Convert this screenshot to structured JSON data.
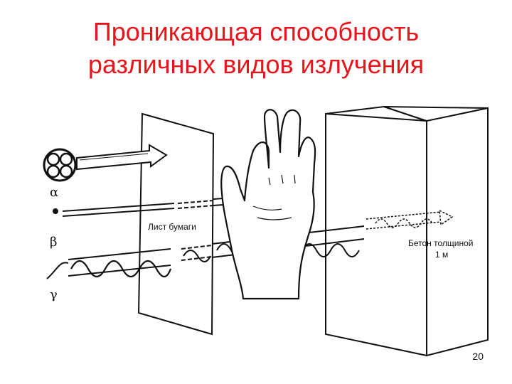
{
  "title": {
    "line1": "Проникающая способность",
    "line2": "различных видов излучения"
  },
  "labels": {
    "alpha": "α",
    "beta": "β",
    "gamma": "γ",
    "paper": "Лист бумаги",
    "concrete_line1": "Бетон толщиной",
    "concrete_line2": "1 м"
  },
  "page_number": "20",
  "colors": {
    "title": "#e8141c",
    "lines": "#111111"
  }
}
